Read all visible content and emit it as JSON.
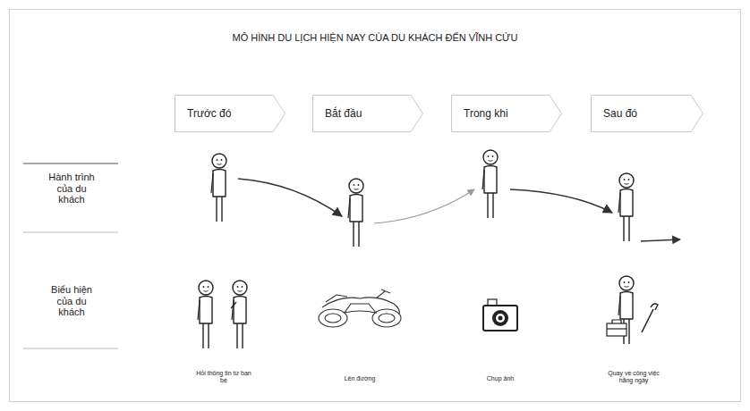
{
  "diagram": {
    "title": "MÔ HÌNH DU LỊCH HIỆN NAY CỦA DU KHÁCH ĐẾN VĨNH CỬU",
    "nodes": [
      {
        "text": [
          "Trước đó"
        ]
      },
      {
        "text": [
          "Bắt đầu"
        ]
      },
      {
        "text": [
          "Trong khi"
        ]
      },
      {
        "text": [
          "Sau đó"
        ]
      }
    ],
    "labels": [
      "Hành trình của du khách",
      "Biểu hiện của du khách",
      "Hỏi thông tin từ bạn bè",
      "Lên đường",
      "Chụp ảnh",
      "Quay về công việc hằng ngày"
    ]
  }
}
